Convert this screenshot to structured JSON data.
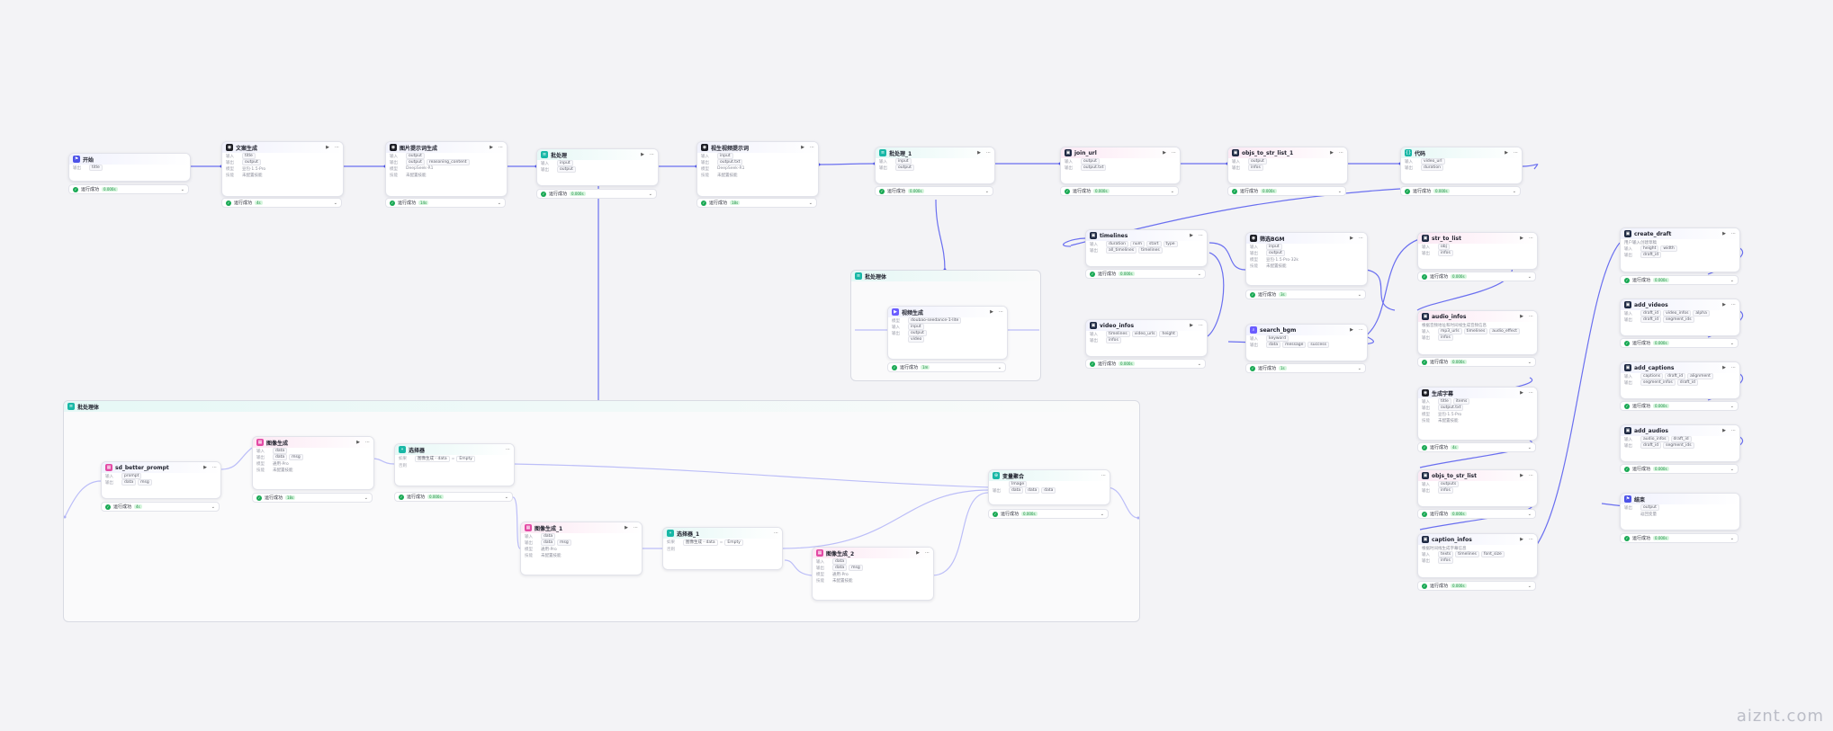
{
  "watermark": "aiznt.com",
  "common": {
    "success": "运行成功",
    "input": "输入",
    "output": "输出",
    "model": "模型",
    "skill": "技能"
  },
  "nodes": {
    "start": {
      "title": "开始",
      "out": "title",
      "time": "0.000s"
    },
    "copy": {
      "title": "文案生成",
      "in": "title",
      "out": "output",
      "model": "豆包·1.5·Pro",
      "skill": "未配置技能",
      "time": "4s"
    },
    "prompt": {
      "title": "图片提示词生成",
      "in": "output",
      "out1": "output",
      "out2": "reasoning_content",
      "model": "DeepSeek-R1",
      "skill": "未配置技能",
      "time": "14s"
    },
    "batch1": {
      "title": "批处理",
      "in": "input",
      "out": "output",
      "time": "0.000s"
    },
    "vprompt": {
      "title": "视生视频提示词",
      "in": "input",
      "out": "output.txt",
      "model": "DeepSeek-R1",
      "skill": "未配置技能",
      "time": "18s"
    },
    "batch2": {
      "title": "批处理_1",
      "in": "input",
      "out": "output",
      "time": "0.000s"
    },
    "joinurl": {
      "title": "join_url",
      "in": "output",
      "out": "output.txt",
      "time": "0.000s"
    },
    "objs1": {
      "title": "objs_to_str_list_1",
      "in": "output",
      "out": "infos",
      "time": "0.000s"
    },
    "code": {
      "title": "代码",
      "in": "video_url",
      "out": "duration",
      "time": "0.000s"
    },
    "timelines": {
      "title": "timelines",
      "in1": "duration",
      "in2": "num",
      "in3": "start",
      "in4": "type",
      "out1": "all_timelines",
      "out2": "timelines",
      "time": "0.000s"
    },
    "videoinfos": {
      "title": "video_infos",
      "in1": "timelines",
      "in2": "video_urls",
      "in3": "height",
      "out": "infos",
      "time": "0.000s"
    },
    "bgm": {
      "title": "筛选BGM",
      "in": "input",
      "out": "output",
      "model": "豆包·1.5·Pro·32k",
      "skill": "未配置技能",
      "time": "3s"
    },
    "searchbgm": {
      "title": "search_bgm",
      "in": "keyword",
      "out1": "data",
      "out2": "message",
      "out3": "success",
      "time": "1s"
    },
    "strtolist": {
      "title": "str_to_list",
      "in": "obj",
      "out": "infos",
      "time": "0.000s"
    },
    "audioinfos": {
      "title": "audio_infos",
      "desc": "根据音频地址和时间线生成音频信息",
      "in1": "mp3_urls",
      "in2": "timelines",
      "in3": "audio_effect",
      "out": "infos",
      "time": "0.000s"
    },
    "caption": {
      "title": "生成字幕",
      "in1": "title",
      "in2": "items",
      "out": "output.txt",
      "model": "豆包·1.5·Pro",
      "skill": "未配置技能",
      "time": "4s"
    },
    "objs2": {
      "title": "objs_to_str_list",
      "in": "outputs",
      "out": "infos",
      "time": "0.000s"
    },
    "captioninfos": {
      "title": "caption_infos",
      "desc": "根据时间线生成字幕信息",
      "in1": "texts",
      "in2": "timelines",
      "in3": "font_size",
      "out": "infos",
      "time": "0.000s"
    },
    "createdraft": {
      "title": "create_draft",
      "desc": "用户输入创建草稿",
      "in1": "height",
      "in2": "width",
      "out": "draft_id",
      "time": "0.000s"
    },
    "addvideos": {
      "title": "add_videos",
      "in1": "draft_id",
      "in2": "video_infos",
      "in3": "alpha",
      "out1": "draft_id",
      "out2": "segment_ids",
      "time": "0.000s"
    },
    "addcaptions": {
      "title": "add_captions",
      "in1": "captions",
      "in2": "draft_id",
      "in3": "alignment",
      "out1": "segment_infos",
      "out2": "draft_id",
      "time": "0.000s"
    },
    "addaudios": {
      "title": "add_audios",
      "in1": "audio_infos",
      "in2": "draft_id",
      "out1": "draft_id",
      "out2": "segment_ids",
      "time": "0.000s"
    },
    "end": {
      "title": "结束",
      "out": "output",
      "mode": "返回变量",
      "time": "0.000s"
    },
    "videoloop": {
      "title": "批处理体"
    },
    "videogen": {
      "title": "视频生成",
      "model": "doubao-seedance-1-lite",
      "in": "input",
      "out1": "output",
      "out2": "video",
      "time": "1m"
    },
    "imgloop": {
      "title": "批处理体"
    },
    "better": {
      "title": "sd_better_prompt",
      "in": "prompt",
      "out1": "data",
      "out2": "msg",
      "time": "4s"
    },
    "img1": {
      "title": "图像生成",
      "in": "data",
      "out": "msg",
      "model": "通用-Pro",
      "skill": "未配置技能",
      "time": "18s"
    },
    "sel1": {
      "title": "选择器",
      "if": "如果",
      "var": "图像生成 - data",
      "op": "=",
      "val": "Empty",
      "else": "否则",
      "time": "0.000s"
    },
    "img2": {
      "title": "图像生成_1",
      "in": "data",
      "out": "msg",
      "model": "通用-Pro",
      "skill": "未配置技能"
    },
    "sel2": {
      "title": "选择器_1",
      "if": "如果",
      "var": "图像生成 - data",
      "op": "=",
      "val": "Empty",
      "else": "否则"
    },
    "img3": {
      "title": "图像生成_2",
      "in": "data",
      "out": "msg",
      "model": "通用-Pro",
      "skill": "未配置技能"
    },
    "agg": {
      "title": "变量聚合",
      "in": "Image",
      "o1": "data",
      "o2": "data",
      "o3": "data",
      "time": "0.000s"
    }
  },
  "colors": {
    "edge": "#6a6ff0",
    "brand": "#4d53e8",
    "success": "#19a954"
  }
}
